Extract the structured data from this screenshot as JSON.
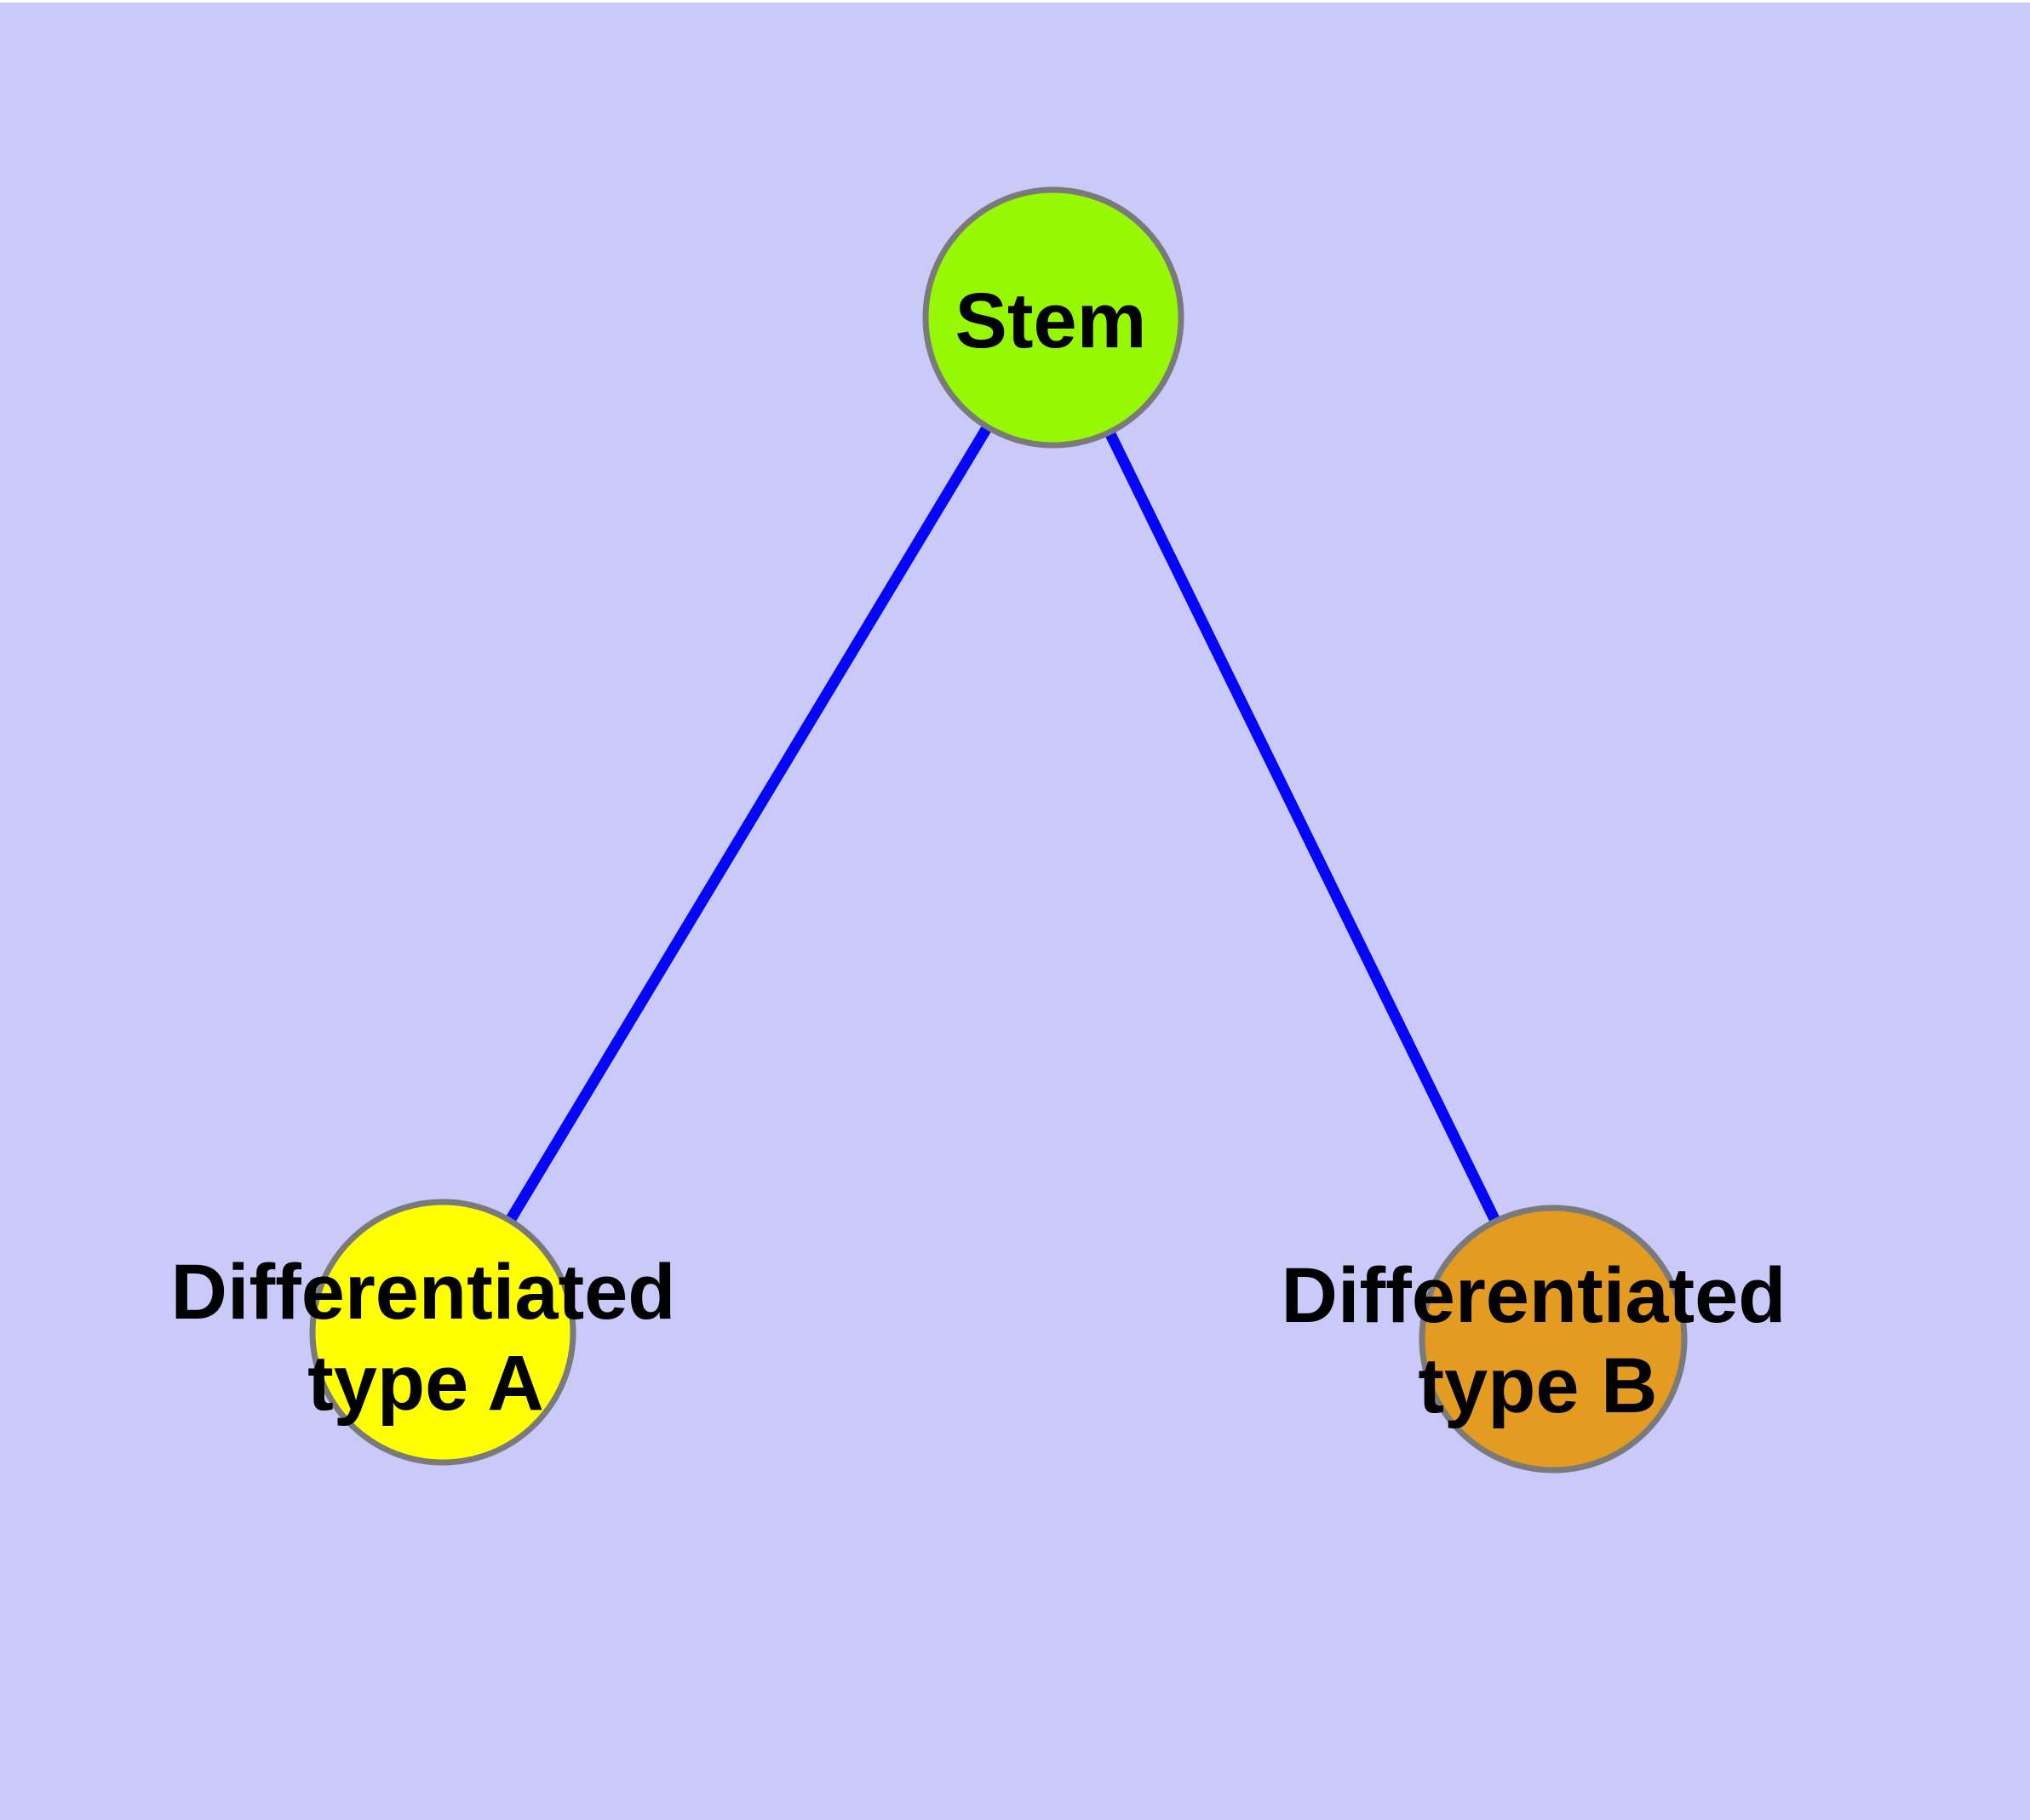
{
  "diagram": {
    "type": "node-link-graph",
    "colors": {
      "background": "#c9c9fa",
      "top_strip": "#ffffff",
      "edge": "#0505fa",
      "node_border": "#7a7a7a",
      "label": "#000000"
    },
    "nodes": [
      {
        "id": "stem",
        "label_lines": [
          "Stem"
        ],
        "fill": "#96f802"
      },
      {
        "id": "differentiated-type-a",
        "label_lines": [
          "Differentiated",
          "type A"
        ],
        "fill": "#ffff00"
      },
      {
        "id": "differentiated-type-b",
        "label_lines": [
          "Differentiated",
          "type B"
        ],
        "fill": "#e39b21"
      }
    ],
    "edges": [
      {
        "from": "stem",
        "to": "differentiated-type-a"
      },
      {
        "from": "stem",
        "to": "differentiated-type-b"
      }
    ]
  }
}
